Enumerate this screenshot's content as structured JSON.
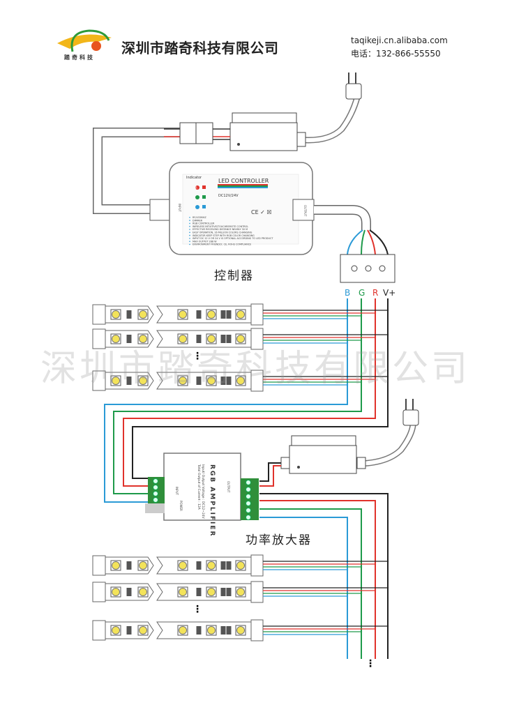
{
  "header": {
    "logo_text": "踏奇科技",
    "company_name": "深圳市踏奇科技有限公司",
    "website": "taqikeji.cn.alibaba.com",
    "phone": "电话：132-866-55550"
  },
  "watermark": "深圳市踏奇科技有限公司",
  "controller": {
    "title": "LED CONTROLLER",
    "voltage": "DC12V/24V",
    "indicator_label": "Indicator",
    "indicators": [
      "R",
      "G",
      "B"
    ],
    "input_label": "INPUT",
    "output_label": "OUTPUT",
    "marks": "CE ✓ ☒",
    "features": [
      "RF/433MHZ",
      "DIMMER",
      "RGB CONTROLLER",
      "WIRELESS INTUITIVE/TOUCHREMOTE CONTROL",
      "EFFECTIVE RECEIVING DISTANCE NEARLY 30 M",
      "EASY OPERATION, 16 MILLION COLORS CHANGING",
      "INDICATOR KEEP STEP WITH RGB COLOR CHANGING",
      "INPUT DC 12 V OR 24 V IS OPTIONAL ACCORDING TO LED PRODUCT",
      "MAX OUTPUT 288 W",
      "ENVIRONMENT FRIENDLY, CE, ROHS COMPLIANCE"
    ],
    "caption": "控制器"
  },
  "wire_labels": [
    {
      "label": "B",
      "color": "#2a9ad6"
    },
    {
      "label": "G",
      "color": "#1e9a4a"
    },
    {
      "label": "R",
      "color": "#e0322b"
    },
    {
      "label": "V+",
      "color": "#222222"
    }
  ],
  "amplifier": {
    "title": "RGB AMPLIFIER",
    "spec_line1": "Input/ Output  Voltage : DC12~24V",
    "spec_line2": "Total  Output  of  Current : 12A",
    "input_label": "INPUT",
    "output_label": "OUTPUT",
    "power_label": "POWER",
    "caption": "功率放大器"
  },
  "ellipsis": "⋮",
  "colors": {
    "blue": "#2a9ad6",
    "green": "#1e9a4a",
    "red": "#e0322b",
    "black": "#222222",
    "terminal_green": "#2f8f3a",
    "logo_yellow": "#f2b619",
    "logo_orange": "#e8541e"
  }
}
